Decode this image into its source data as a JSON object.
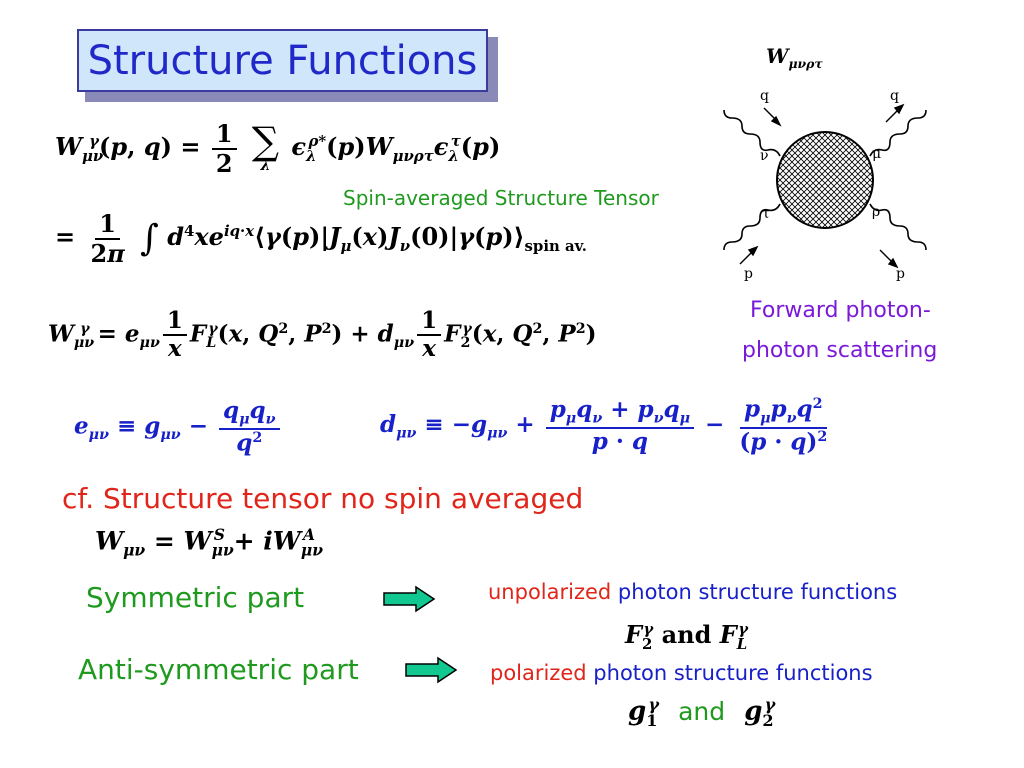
{
  "title": "Structure Functions",
  "spin_averaged_label": "Spin-averaged Structure Tensor",
  "diagram": {
    "tensor_label": "W",
    "tensor_indices": "μνρτ",
    "q_top_left": "q",
    "q_top_right": "q",
    "nu": "ν",
    "mu": "μ",
    "tau": "τ",
    "rho": "ρ",
    "p_bottom_left": "p",
    "p_bottom_right": "p"
  },
  "forward_label_line1": "Forward photon-",
  "forward_label_line2": "photon scattering",
  "cf_label": "cf. Structure tensor no spin averaged",
  "symmetric": {
    "part_label": "Symmetric part",
    "prefix": "unpolarized",
    "suffix": " photon structure functions",
    "and_word": "and"
  },
  "antisymmetric": {
    "part_label": "Anti-symmetric part",
    "prefix": "polarized",
    "suffix": " photon structure functions",
    "and_word": "and"
  },
  "colors": {
    "title_text": "#2028c8",
    "title_bg": "#cfe6fb",
    "green": "#1f9a1f",
    "red": "#e0261a",
    "blue": "#1820c8",
    "purple": "#7a1ad8",
    "arrow_fill": "#10c890"
  }
}
